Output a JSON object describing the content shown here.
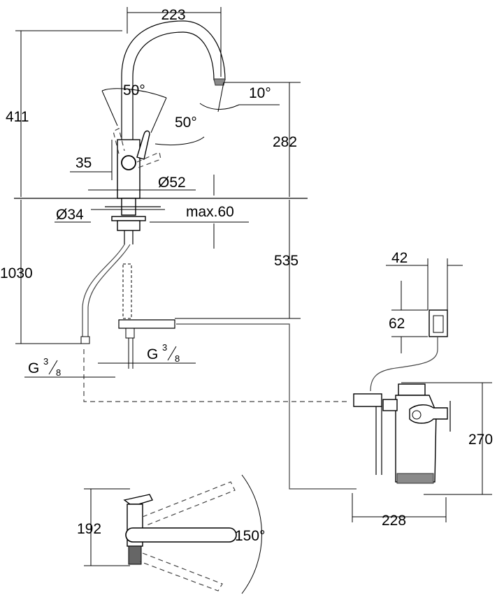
{
  "dimensions": {
    "spout_reach": "223",
    "total_height": "411",
    "spout_height": "282",
    "lever_angle_back": "50°",
    "lever_angle_front": "50°",
    "spout_tilt": "10°",
    "lever_offset": "35",
    "body_diameter": "Ø52",
    "hole_diameter": "Ø34",
    "max_deck": "max.60",
    "hose_length": "1030",
    "under_deck": "535",
    "conn_left_base": "G",
    "conn_left_sup": "3",
    "conn_left_sub": "8",
    "conn_right_base": "G",
    "conn_right_sup": "3",
    "conn_right_sub": "8",
    "box_width": "42",
    "box_height": "62",
    "filter_height": "270",
    "filter_width": "228",
    "side_height": "192",
    "swivel_angle": "150°"
  }
}
